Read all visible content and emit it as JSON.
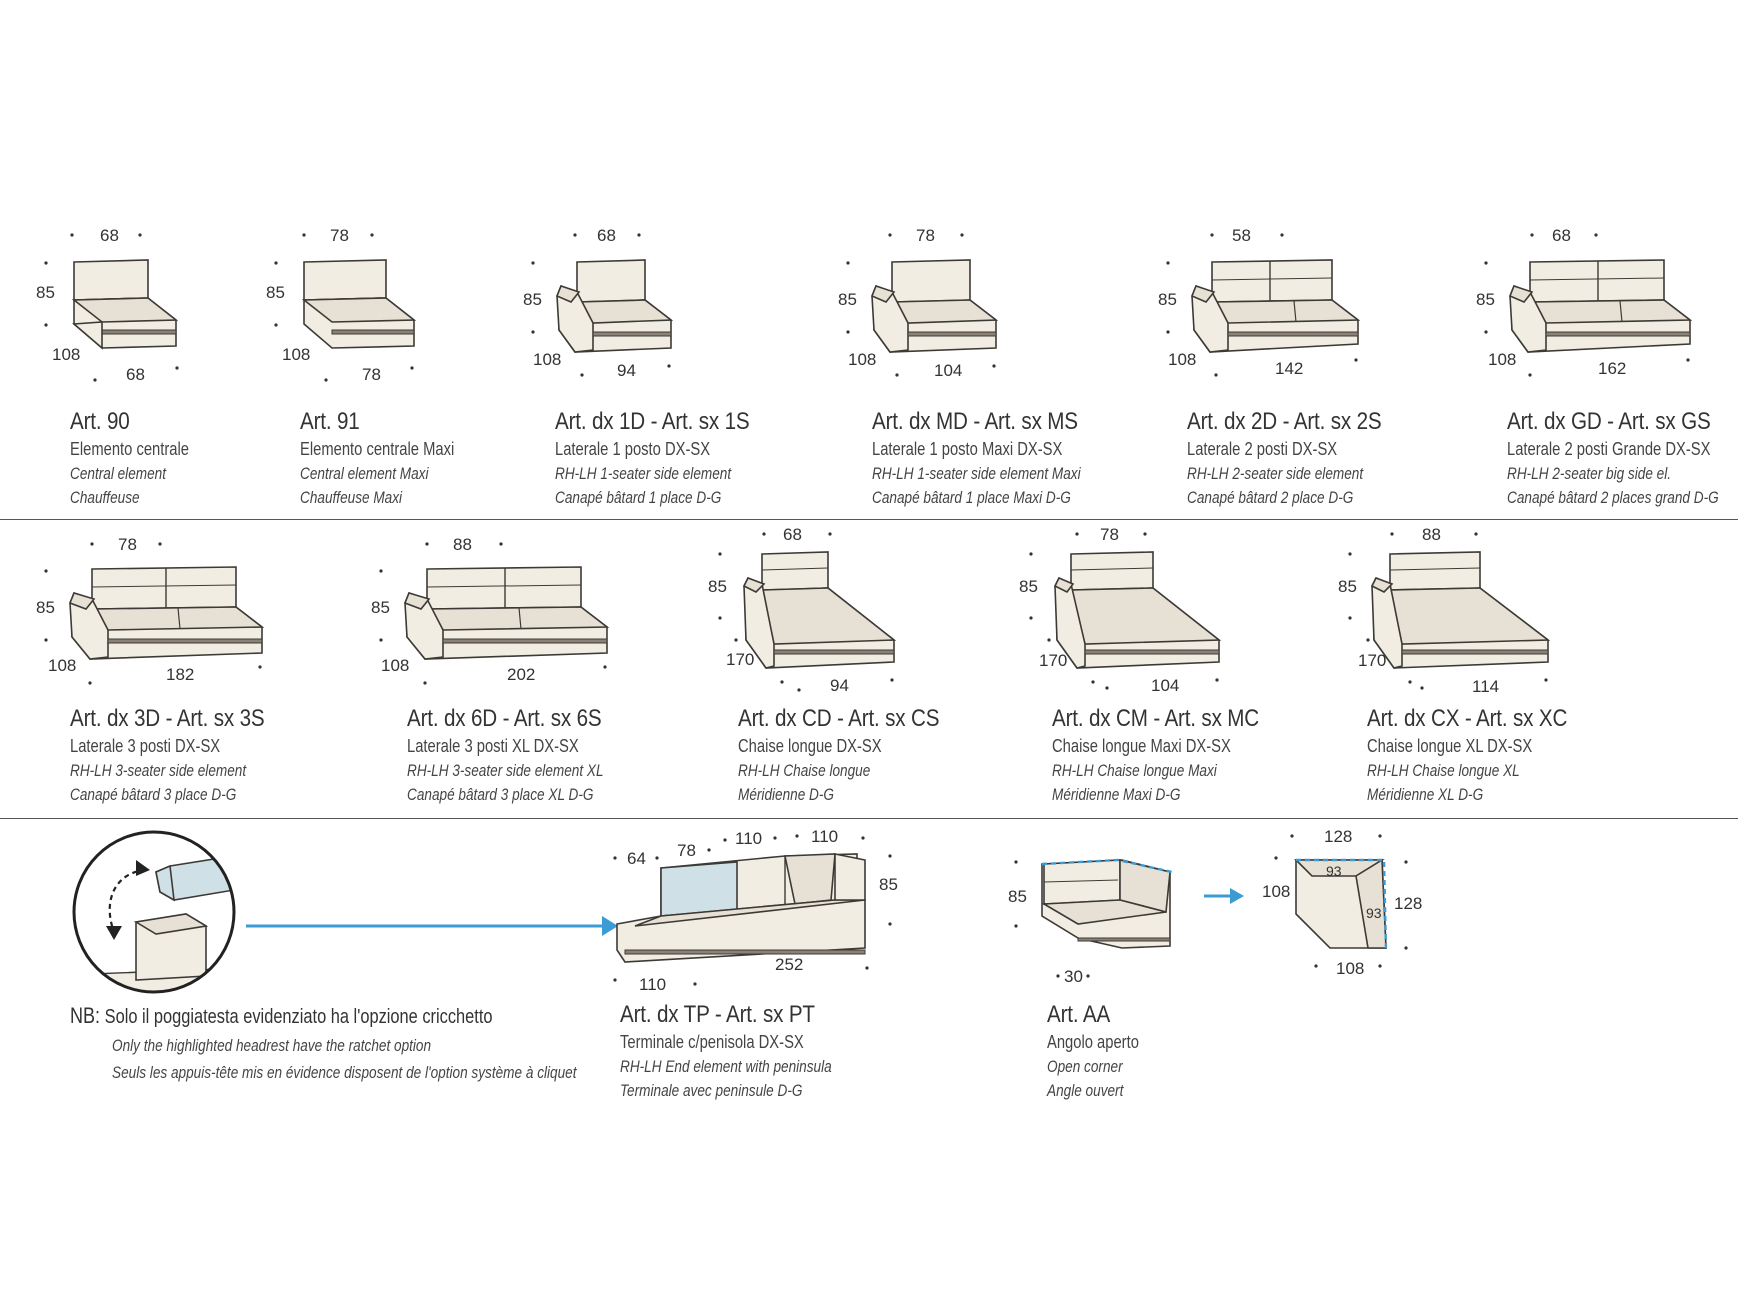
{
  "row1": [
    {
      "dims": {
        "w": "68",
        "h": "85",
        "d": "108",
        "l": "68"
      },
      "art": "Art. 90",
      "it": "Elemento centrale",
      "en": "Central element",
      "fr": "Chauffeuse"
    },
    {
      "dims": {
        "w": "78",
        "h": "85",
        "d": "108",
        "l": "78"
      },
      "art": "Art. 91",
      "it": "Elemento centrale Maxi",
      "en": "Central element Maxi",
      "fr": "Chauffeuse Maxi"
    },
    {
      "dims": {
        "w": "68",
        "h": "85",
        "d": "108",
        "l": "94"
      },
      "art": "Art. dx 1D - Art. sx 1S",
      "it": "Laterale 1 posto DX-SX",
      "en": "RH-LH 1-seater side element",
      "fr": "Canapé bâtard 1 place D-G"
    },
    {
      "dims": {
        "w": "78",
        "h": "85",
        "d": "108",
        "l": "104"
      },
      "art": "Art. dx MD - Art. sx MS",
      "it": "Laterale 1 posto Maxi DX-SX",
      "en": "RH-LH 1-seater side element Maxi",
      "fr": "Canapé bâtard 1 place Maxi D-G"
    },
    {
      "dims": {
        "w": "58",
        "h": "85",
        "d": "108",
        "l": "142"
      },
      "art": "Art. dx 2D - Art. sx 2S",
      "it": "Laterale 2 posti DX-SX",
      "en": "RH-LH 2-seater side element",
      "fr": "Canapé bâtard 2 place D-G"
    },
    {
      "dims": {
        "w": "68",
        "h": "85",
        "d": "108",
        "l": "162"
      },
      "art": "Art. dx GD - Art. sx GS",
      "it": "Laterale 2 posti Grande DX-SX",
      "en": "RH-LH 2-seater big side el.",
      "fr": "Canapé bâtard 2 places grand D-G"
    }
  ],
  "row2": [
    {
      "dims": {
        "w": "78",
        "h": "85",
        "d": "108",
        "l": "182"
      },
      "art": "Art. dx 3D - Art. sx 3S",
      "it": "Laterale 3 posti DX-SX",
      "en": "RH-LH 3-seater side element",
      "fr": "Canapé bâtard 3 place D-G"
    },
    {
      "dims": {
        "w": "88",
        "h": "85",
        "d": "108",
        "l": "202"
      },
      "art": "Art. dx 6D - Art. sx 6S",
      "it": "Laterale 3 posti XL DX-SX",
      "en": "RH-LH 3-seater side element XL",
      "fr": "Canapé bâtard 3 place XL D-G"
    },
    {
      "dims": {
        "w": "68",
        "h": "85",
        "d": "170",
        "l": "94"
      },
      "art": "Art. dx CD - Art. sx CS",
      "it": "Chaise longue DX-SX",
      "en": "RH-LH Chaise longue",
      "fr": "Méridienne D-G"
    },
    {
      "dims": {
        "w": "78",
        "h": "85",
        "d": "170",
        "l": "104"
      },
      "art": "Art. dx CM - Art. sx MC",
      "it": "Chaise longue Maxi DX-SX",
      "en": "RH-LH Chaise longue Maxi",
      "fr": "Méridienne Maxi D-G"
    },
    {
      "dims": {
        "w": "88",
        "h": "85",
        "d": "170",
        "l": "114"
      },
      "art": "Art. dx CX - Art. sx XC",
      "it": "Chaise longue XL DX-SX",
      "en": "RH-LH Chaise longue XL",
      "fr": "Méridienne XL D-G"
    }
  ],
  "note": {
    "prefix": "NB:",
    "it": "Solo il poggiatesta evidenziato ha l'opzione cricchetto",
    "en": "Only the highlighted headrest have the ratchet option",
    "fr": "Seuls les appuis-tête mis en évidence disposent de l'option système à cliquet"
  },
  "terminal": {
    "dims": {
      "a": "64",
      "b": "78",
      "c": "110",
      "d": "110",
      "h": "85",
      "l": "252",
      "e": "110"
    },
    "art": "Art. dx TP - Art. sx PT",
    "it": "Terminale c/penisola DX-SX",
    "en": "RH-LH End element with peninsula",
    "fr": "Terminale avec peninsule D-G"
  },
  "corner": {
    "dims": {
      "h": "85",
      "base": "30",
      "top": "128",
      "left": "108",
      "right": "128",
      "bottom": "108",
      "inner1": "93",
      "inner2": "93"
    },
    "art": "Art. AA",
    "it": "Angolo aperto",
    "en": "Open corner",
    "fr": "Angle ouvert"
  },
  "colors": {
    "line": "#555555",
    "arrow": "#3a9bd5",
    "highlight": "#cfe1e6",
    "fabric": "#f1ede2",
    "band": "#8a8276"
  }
}
